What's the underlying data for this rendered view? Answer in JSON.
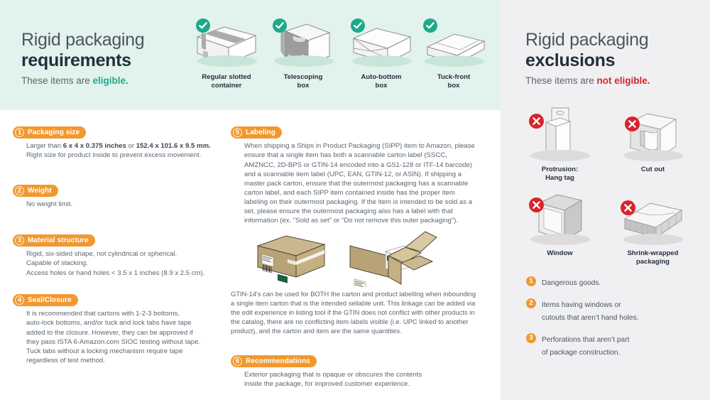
{
  "requirements": {
    "title_line1": "Rigid packaging",
    "title_line2": "requirements",
    "subtitle_prefix": "These items are ",
    "subtitle_highlight": "eligible.",
    "eligible_boxes": [
      {
        "caption_line1": "Regular slotted",
        "caption_line2": "container",
        "icon": "check-circle-icon"
      },
      {
        "caption_line1": "Telescoping",
        "caption_line2": "box",
        "icon": "check-circle-icon"
      },
      {
        "caption_line1": "Auto-bottom",
        "caption_line2": "box",
        "icon": "check-circle-icon"
      },
      {
        "caption_line1": "Tuck-front",
        "caption_line2": "box",
        "icon": "check-circle-icon"
      }
    ],
    "items": [
      {
        "number": "1",
        "label": "Packaging size",
        "body_html": "Larger than <b>6 x 4 x 0.375 inches</b> or <b>152.4 x 101.6 x 9.5 mm.</b><br>Right size for product inside to prevent excess movement."
      },
      {
        "number": "2",
        "label": "Weight",
        "body_html": "No weight limit."
      },
      {
        "number": "3",
        "label": "Material structure",
        "body_html": "Rigid, six-sided shape, not cylindrical or spherical.<br>Capable of stacking.<br>Access holes or hand holes &lt; 3.5 x 1 inches (8.9 x 2.5 cm)."
      },
      {
        "number": "4",
        "label": "Seal/Closure",
        "body_html": "It is recommended that cartons with 1-2-3 bottoms,<br>auto-lock bottoms, and/or tuck and lock tabs have tape<br>added to the closure. However, they can be approved if<br>they pass ISTA 6-Amazon.com SIOC testing without tape.<br>Tuck tabs without a locking mechanism require tape<br>regardless of test method."
      },
      {
        "number": "5",
        "label": "Labeling",
        "body_html": "When shipping a Ships in Product Packaging (SIPP) item to Amazon, please ensure that a single item has both a scannable carton label (SSCC, AMZNCC, 2D-BPS or GTIN-14 encoded into a GS1-128 or ITF-14 barcode) and a scannable item label (UPC, EAN, GTIN-12, or ASIN). If shipping a master pack carton, ensure that the outermost packaging has a scannable carton label, and each SIPP item contained inside has the proper item labeling on their outermost packaging. If the item is intended to be sold as a set, please ensure the outermost packaging also has a label with that information (ex. \"Sold as set\" or \"Do not remove this outer packaging\")."
      },
      {
        "number": "6",
        "label": "Recommendations",
        "body_html": "Exterior packaging that is opaque or obscures the contents<br>inside the package, for improved customer experience."
      }
    ],
    "gtin_note": "GTIN-14's can be used for BOTH the carton and product labelling when inbounding a single item carton that is the intended sellable unit. This linkage can be added via the edit experience in listing tool if the GTIN does not conflict with other products in the catalog, there are no conflicting item labels visible (i.e. UPC linked to another product), and the carton and item are the same quantities."
  },
  "exclusions": {
    "title_line1": "Rigid packaging",
    "title_line2": "exclusions",
    "subtitle_prefix": "These items are ",
    "subtitle_highlight": "not eligible.",
    "cells": [
      {
        "caption_line1": "Protrusion:",
        "caption_line2": "Hang tag",
        "icon": "x-circle-icon"
      },
      {
        "caption_line1": "Cut out",
        "caption_line2": "",
        "icon": "x-circle-icon"
      },
      {
        "caption_line1": "Window",
        "caption_line2": "",
        "icon": "x-circle-icon"
      },
      {
        "caption_line1": "Shrink-wrapped",
        "caption_line2": "packaging",
        "icon": "x-circle-icon"
      }
    ],
    "list": [
      {
        "number": "1",
        "line1": "Dangerous goods.",
        "line2": ""
      },
      {
        "number": "2",
        "line1": "Items having windows or",
        "line2": "cutouts that aren’t hand holes."
      },
      {
        "number": "3",
        "line1": "Perforations that aren’t part",
        "line2": "of package construction."
      }
    ]
  },
  "colors": {
    "green_band": "#e2f2ec",
    "teal_accent": "#1fa98a",
    "orange_accent": "#f2982f",
    "red_accent": "#d8232a",
    "gray_panel": "#f0f0f2",
    "dark_text": "#232f3e",
    "body_text": "#5c666f"
  }
}
